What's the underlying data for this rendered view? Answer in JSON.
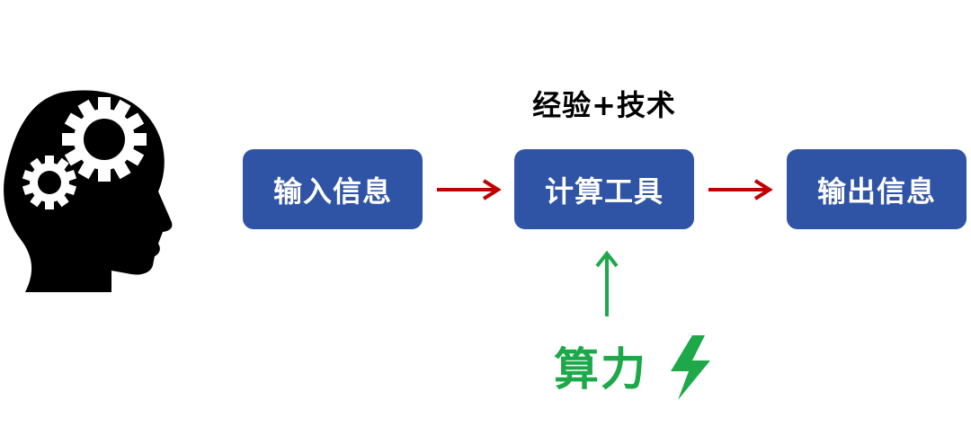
{
  "diagram": {
    "top_label": "经验+技术",
    "boxes": {
      "input": "输入信息",
      "tool": "计算工具",
      "output": "输出信息"
    },
    "power_label": "算力"
  },
  "icons": {
    "head": "head-with-gears-icon",
    "bolt": "lightning-bolt-icon"
  },
  "colors": {
    "box_fill": "#2F54A5",
    "box_text": "#FFFFFF",
    "flow_arrow": "#C00000",
    "power": "#1DA84A",
    "label_text": "#000000"
  }
}
